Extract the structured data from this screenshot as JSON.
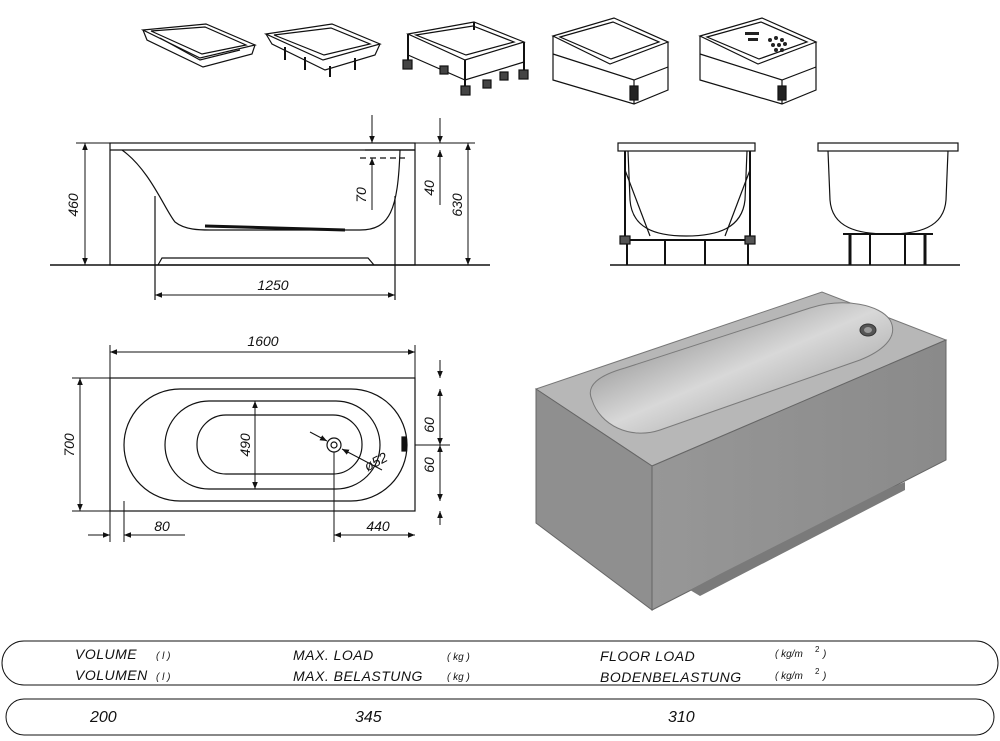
{
  "dimensions": {
    "side_height": "460",
    "overflow_depth": "70",
    "rim_thickness": "40",
    "total_height": "630",
    "bottom_length": "1250",
    "total_length": "1600",
    "total_width": "700",
    "inner_width": "490",
    "drain_diameter": "ø52",
    "rim_offset_top": "60",
    "rim_offset_bottom": "60",
    "end_offset": "80",
    "drain_distance": "440"
  },
  "specs": {
    "volume_en": "VOLUME",
    "volume_de": "VOLUMEN",
    "volume_unit": "( l )",
    "load_en": "MAX. LOAD",
    "load_de": "MAX.  BELASTUNG",
    "load_unit": "( kg )",
    "floor_en": "FLOOR  LOAD",
    "floor_de": "BODENBELASTUNG",
    "floor_unit": "( kg/m",
    "floor_unit_sup": "2",
    "floor_unit_close": ")",
    "volume_value": "200",
    "load_value": "345",
    "floor_value": "310"
  },
  "colors": {
    "line": "#111111",
    "render_face": "#8c8c8c",
    "render_inner": "#bdbdbd"
  }
}
